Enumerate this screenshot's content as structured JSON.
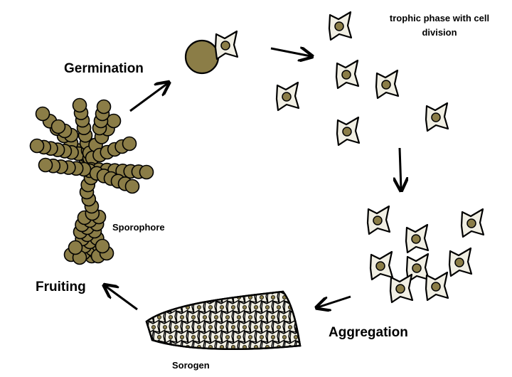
{
  "labels": {
    "germination": "Germination",
    "trophic": "trophic phase with cell division",
    "sporophore": "Sporophore",
    "fruiting": "Fruiting",
    "aggregation": "Aggregation",
    "sorogen": "Sorogen"
  },
  "colors": {
    "spore_fill": "#8b7d47",
    "cell_fill": "#f1efe4",
    "nucleus_fill": "#8b7d47",
    "stroke": "#000000",
    "background": "#ffffff"
  },
  "icons": {
    "spore": "spore-icon",
    "amoeba": "amoeba-cell-icon",
    "arrow": "arrow-icon"
  }
}
